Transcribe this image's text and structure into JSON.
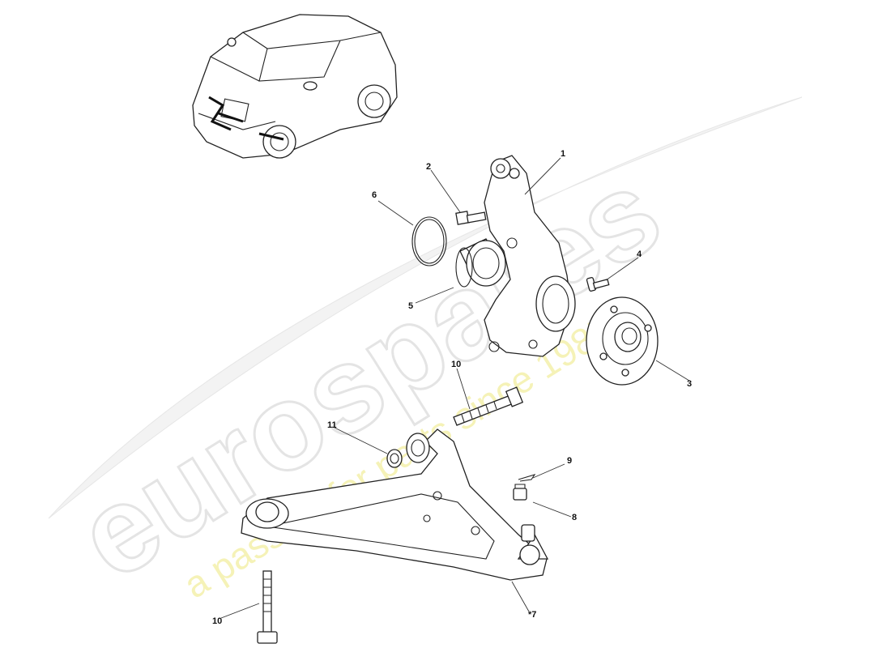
{
  "watermark": {
    "brand": "eurospares",
    "tagline": "a passion for parts since 1985"
  },
  "callouts": {
    "c1": "1",
    "c2": "2",
    "c3": "3",
    "c4": "4",
    "c5": "5",
    "c6": "6",
    "c7": "*7",
    "c8": "8",
    "c9": "9",
    "c10a": "10",
    "c10b": "10",
    "c11": "11"
  }
}
